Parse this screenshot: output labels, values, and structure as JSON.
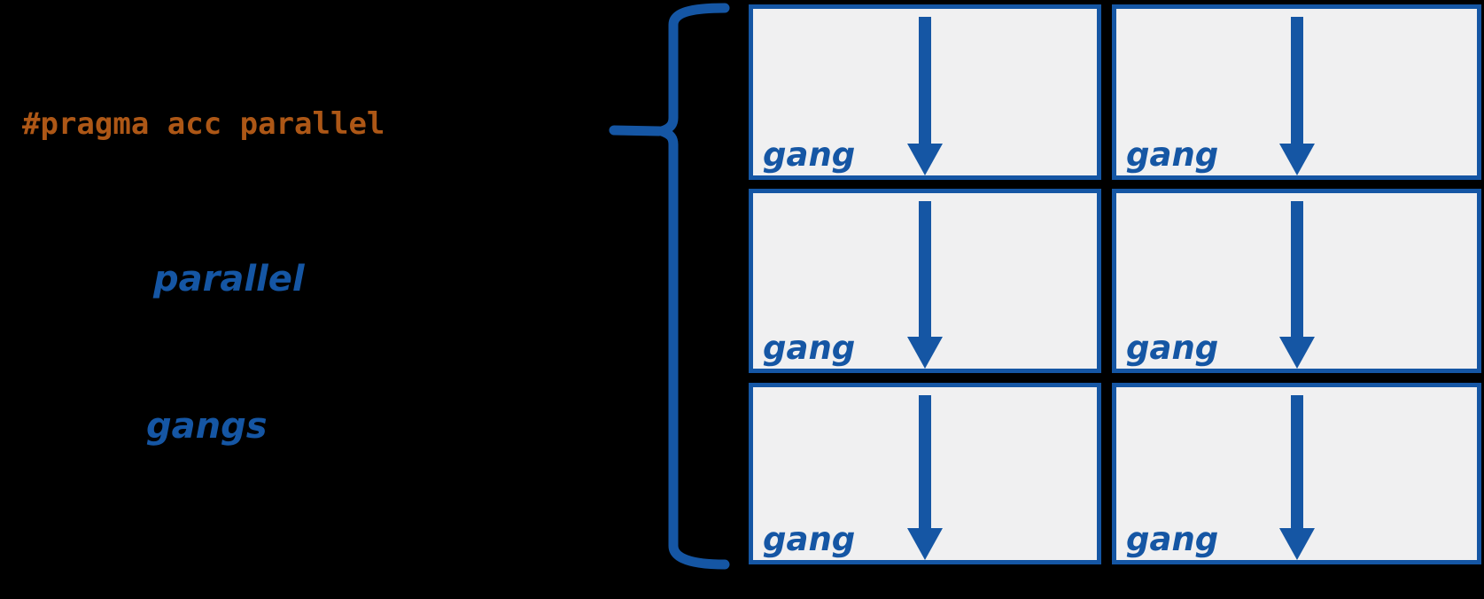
{
  "colors": {
    "accent_blue": "#1556a4",
    "code_orange": "#ad5716",
    "box_fill": "#f0f0f1",
    "background": "#000000"
  },
  "code_line": {
    "text": "#pragma acc parallel"
  },
  "left_labels": {
    "parallel": "parallel",
    "gangs": "gangs"
  },
  "grid": {
    "rows": 3,
    "columns": 2,
    "cells": [
      {
        "label": "gang"
      },
      {
        "label": "gang"
      },
      {
        "label": "gang"
      },
      {
        "label": "gang"
      },
      {
        "label": "gang"
      },
      {
        "label": "gang"
      }
    ]
  }
}
